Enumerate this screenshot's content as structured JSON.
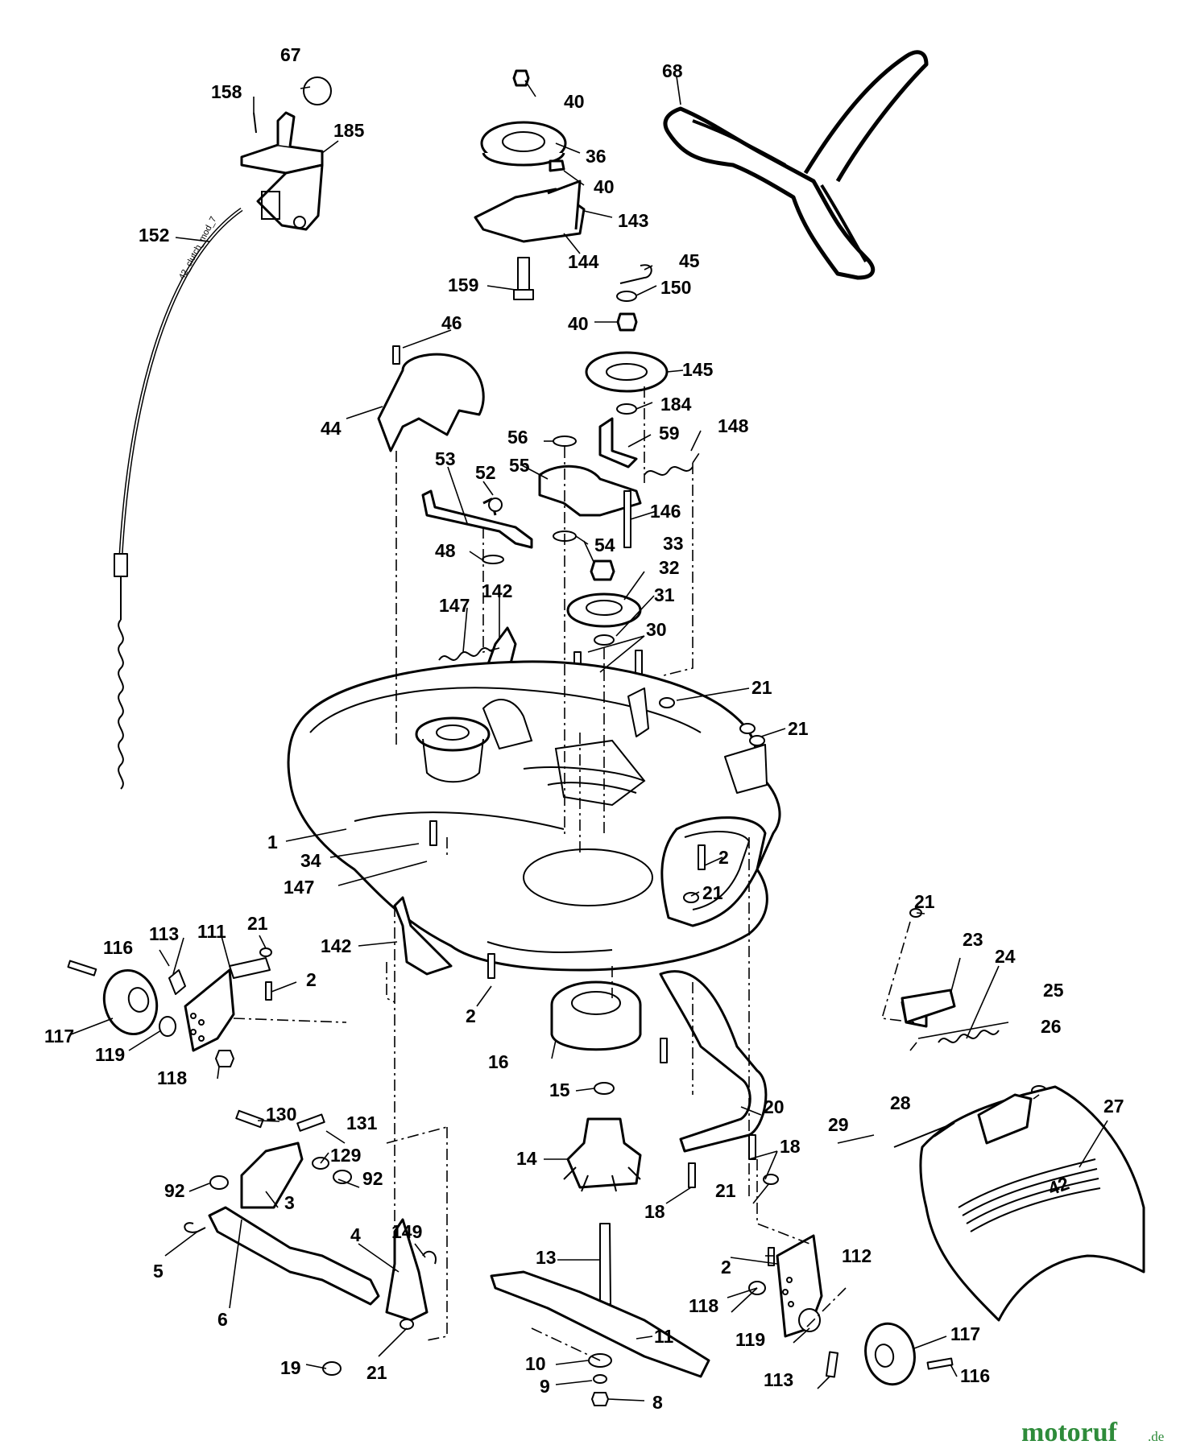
{
  "diagram": {
    "cable_text": "42_clutch_mod_7",
    "watermark": {
      "name": "motoruf",
      "suffix": ".de",
      "color": "#2e8b3a"
    },
    "callouts": [
      {
        "id": "c67",
        "text": "67"
      },
      {
        "id": "c158",
        "text": "158"
      },
      {
        "id": "c185",
        "text": "185"
      },
      {
        "id": "c152",
        "text": "152"
      },
      {
        "id": "c40a",
        "text": "40"
      },
      {
        "id": "c36",
        "text": "36"
      },
      {
        "id": "c40b",
        "text": "40"
      },
      {
        "id": "c143",
        "text": "143"
      },
      {
        "id": "c144",
        "text": "144"
      },
      {
        "id": "c159",
        "text": "159"
      },
      {
        "id": "c68",
        "text": "68"
      },
      {
        "id": "c45",
        "text": "45"
      },
      {
        "id": "c150",
        "text": "150"
      },
      {
        "id": "c40c",
        "text": "40"
      },
      {
        "id": "c145",
        "text": "145"
      },
      {
        "id": "c184",
        "text": "184"
      },
      {
        "id": "c46",
        "text": "46"
      },
      {
        "id": "c44",
        "text": "44"
      },
      {
        "id": "c56",
        "text": "56"
      },
      {
        "id": "c59",
        "text": "59"
      },
      {
        "id": "c148",
        "text": "148"
      },
      {
        "id": "c53",
        "text": "53"
      },
      {
        "id": "c52",
        "text": "52"
      },
      {
        "id": "c55",
        "text": "55"
      },
      {
        "id": "c146",
        "text": "146"
      },
      {
        "id": "c54",
        "text": "54"
      },
      {
        "id": "c33",
        "text": "33"
      },
      {
        "id": "c48",
        "text": "48"
      },
      {
        "id": "c32",
        "text": "32"
      },
      {
        "id": "c31",
        "text": "31"
      },
      {
        "id": "c147a",
        "text": "147"
      },
      {
        "id": "c142a",
        "text": "142"
      },
      {
        "id": "c30",
        "text": "30"
      },
      {
        "id": "c21a",
        "text": "21"
      },
      {
        "id": "c21b",
        "text": "21"
      },
      {
        "id": "c1",
        "text": "1"
      },
      {
        "id": "c34",
        "text": "34"
      },
      {
        "id": "c147b",
        "text": "147"
      },
      {
        "id": "c2a",
        "text": "2"
      },
      {
        "id": "c21c",
        "text": "21"
      },
      {
        "id": "c142b",
        "text": "142"
      },
      {
        "id": "c21d",
        "text": "21"
      },
      {
        "id": "c23",
        "text": "23"
      },
      {
        "id": "c24",
        "text": "24"
      },
      {
        "id": "c116a",
        "text": "116"
      },
      {
        "id": "c113a",
        "text": "113"
      },
      {
        "id": "c111",
        "text": "111"
      },
      {
        "id": "c21e",
        "text": "21"
      },
      {
        "id": "c2b",
        "text": "2"
      },
      {
        "id": "c25",
        "text": "25"
      },
      {
        "id": "c117a",
        "text": "117"
      },
      {
        "id": "c119a",
        "text": "119"
      },
      {
        "id": "c2c",
        "text": "2"
      },
      {
        "id": "c26",
        "text": "26"
      },
      {
        "id": "c118a",
        "text": "118"
      },
      {
        "id": "c16",
        "text": "16"
      },
      {
        "id": "c27",
        "text": "27"
      },
      {
        "id": "c15",
        "text": "15"
      },
      {
        "id": "c28",
        "text": "28"
      },
      {
        "id": "c130",
        "text": "130"
      },
      {
        "id": "c131",
        "text": "131"
      },
      {
        "id": "c20",
        "text": "20"
      },
      {
        "id": "c29",
        "text": "29"
      },
      {
        "id": "c129",
        "text": "129"
      },
      {
        "id": "c14",
        "text": "14"
      },
      {
        "id": "c18a",
        "text": "18"
      },
      {
        "id": "c92a",
        "text": "92"
      },
      {
        "id": "c92b",
        "text": "92"
      },
      {
        "id": "c21f",
        "text": "21"
      },
      {
        "id": "c3",
        "text": "3"
      },
      {
        "id": "c18b",
        "text": "18"
      },
      {
        "id": "c4",
        "text": "4"
      },
      {
        "id": "c149",
        "text": "149"
      },
      {
        "id": "c13",
        "text": "13"
      },
      {
        "id": "c112",
        "text": "112"
      },
      {
        "id": "c2d",
        "text": "2"
      },
      {
        "id": "c5",
        "text": "5"
      },
      {
        "id": "c6",
        "text": "6"
      },
      {
        "id": "c118b",
        "text": "118"
      },
      {
        "id": "c11",
        "text": "11"
      },
      {
        "id": "c117b",
        "text": "117"
      },
      {
        "id": "c119b",
        "text": "119"
      },
      {
        "id": "c10",
        "text": "10"
      },
      {
        "id": "c19",
        "text": "19"
      },
      {
        "id": "c21g",
        "text": "21"
      },
      {
        "id": "c9",
        "text": "9"
      },
      {
        "id": "c8",
        "text": "8"
      },
      {
        "id": "c113b",
        "text": "113"
      },
      {
        "id": "c116b",
        "text": "116"
      }
    ]
  }
}
